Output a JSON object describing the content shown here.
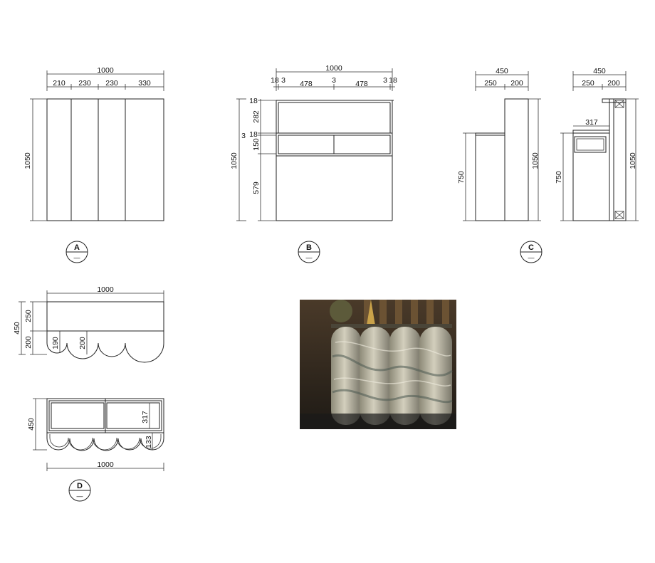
{
  "views": {
    "A": {
      "label": "A",
      "sublabel": "—",
      "overall_width": "1000",
      "segments": [
        "210",
        "230",
        "230",
        "330"
      ],
      "height": "1050"
    },
    "B": {
      "label": "B",
      "sublabel": "—",
      "overall_width": "1000",
      "top_segments": [
        "18",
        "3",
        "478",
        "3",
        "478",
        "3",
        "18"
      ],
      "side_segments": [
        "18",
        "282",
        "3",
        "18",
        "150",
        "579"
      ],
      "height": "1050"
    },
    "C": {
      "label": "C",
      "sublabel": "—",
      "left": {
        "overall": "450",
        "segments": [
          "250",
          "200"
        ],
        "counter_height": "750",
        "height": "1050"
      },
      "right": {
        "overall": "450",
        "segments": [
          "250",
          "200"
        ],
        "inner_depth": "317",
        "counter_height": "750",
        "height": "1050"
      }
    },
    "plan_top": {
      "overall_width": "1000",
      "depth": "450",
      "back": "250",
      "front": "200",
      "scallop_depth_a": "190",
      "scallop_depth_b": "200"
    },
    "D": {
      "label": "D",
      "sublabel": "—",
      "overall_width": "1000",
      "depth": "450",
      "inner_depth": "317",
      "scallop": "133"
    }
  },
  "colors": {
    "line": "#222222",
    "photo_marble": "#b7b29f",
    "photo_dark": "#2a241d"
  }
}
